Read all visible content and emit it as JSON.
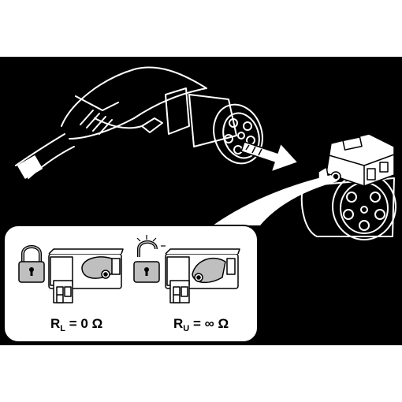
{
  "colors": {
    "background": "#000000",
    "page": "#ffffff",
    "panel": "#ffffff",
    "line": "#000000",
    "part_gray": "#bfbfbf"
  },
  "panel": {
    "left_state": {
      "icon": "padlock-closed-icon",
      "resistor_symbol": "R",
      "resistor_subscript": "L",
      "equation_rest": " = 0 Ω"
    },
    "right_state": {
      "icon": "padlock-open-icon",
      "resistor_symbol": "R",
      "resistor_subscript": "U",
      "equation_rest": " = ∞ Ω"
    }
  },
  "scene": {
    "plug_icon": "charging-plug-icon",
    "arrow_icon": "insertion-arrow-icon",
    "socket_icon": "charging-socket-icon",
    "lock_actuator_icon": "lock-actuator-icon"
  }
}
